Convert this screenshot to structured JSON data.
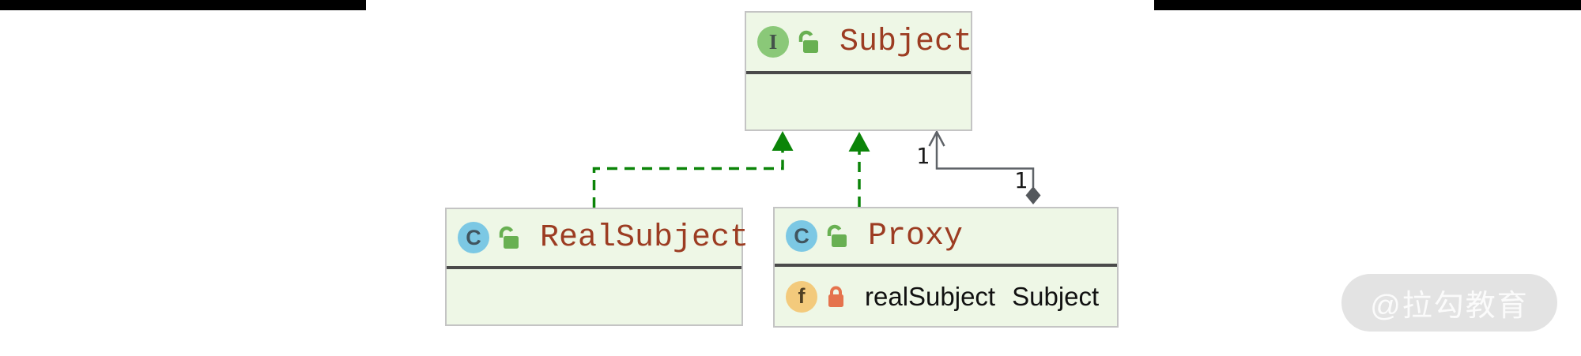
{
  "diagram_type": "uml-class-diagram",
  "pattern": "Proxy",
  "colors": {
    "background": "#ffffff",
    "node_fill": "#eef7e6",
    "node_border": "#c4c4c4",
    "separator": "#4a4a4a",
    "title_text": "#9c3c22",
    "field_text": "#111111",
    "realization_green": "#0b8408",
    "association_gray": "#5f6368",
    "diamond_fill": "#54585c",
    "interface_icon_bg": "#8ac878",
    "class_icon_bg": "#7cc8e4",
    "field_icon_bg": "#f3ca7c",
    "public_lock": "#68b052",
    "private_lock": "#e5734d",
    "crop_bar": "#000000",
    "watermark_bg": "#e3e3e3",
    "watermark_text": "#fbfbfb"
  },
  "nodes": {
    "subject": {
      "kind": "interface",
      "badge_letter": "I",
      "visibility": "public",
      "name": "Subject"
    },
    "realsubject": {
      "kind": "class",
      "badge_letter": "C",
      "visibility": "public",
      "name": "RealSubject"
    },
    "proxy": {
      "kind": "class",
      "badge_letter": "C",
      "visibility": "public",
      "name": "Proxy",
      "fields": [
        {
          "badge_letter": "f",
          "visibility": "private",
          "name": "realSubject",
          "type": "Subject"
        }
      ]
    }
  },
  "relations": [
    {
      "type": "realization",
      "from": "RealSubject",
      "to": "Subject",
      "style": "green-dashed, solid triangle head"
    },
    {
      "type": "realization",
      "from": "Proxy",
      "to": "Subject",
      "style": "green-dashed, solid triangle head"
    },
    {
      "type": "aggregation",
      "from": "Proxy",
      "to": "Subject",
      "target_multiplicity": "1",
      "source_multiplicity": "1",
      "style": "gray solid, open arrow at Subject, filled diamond at Proxy"
    }
  ],
  "watermark": {
    "text": "@拉勾教育"
  }
}
